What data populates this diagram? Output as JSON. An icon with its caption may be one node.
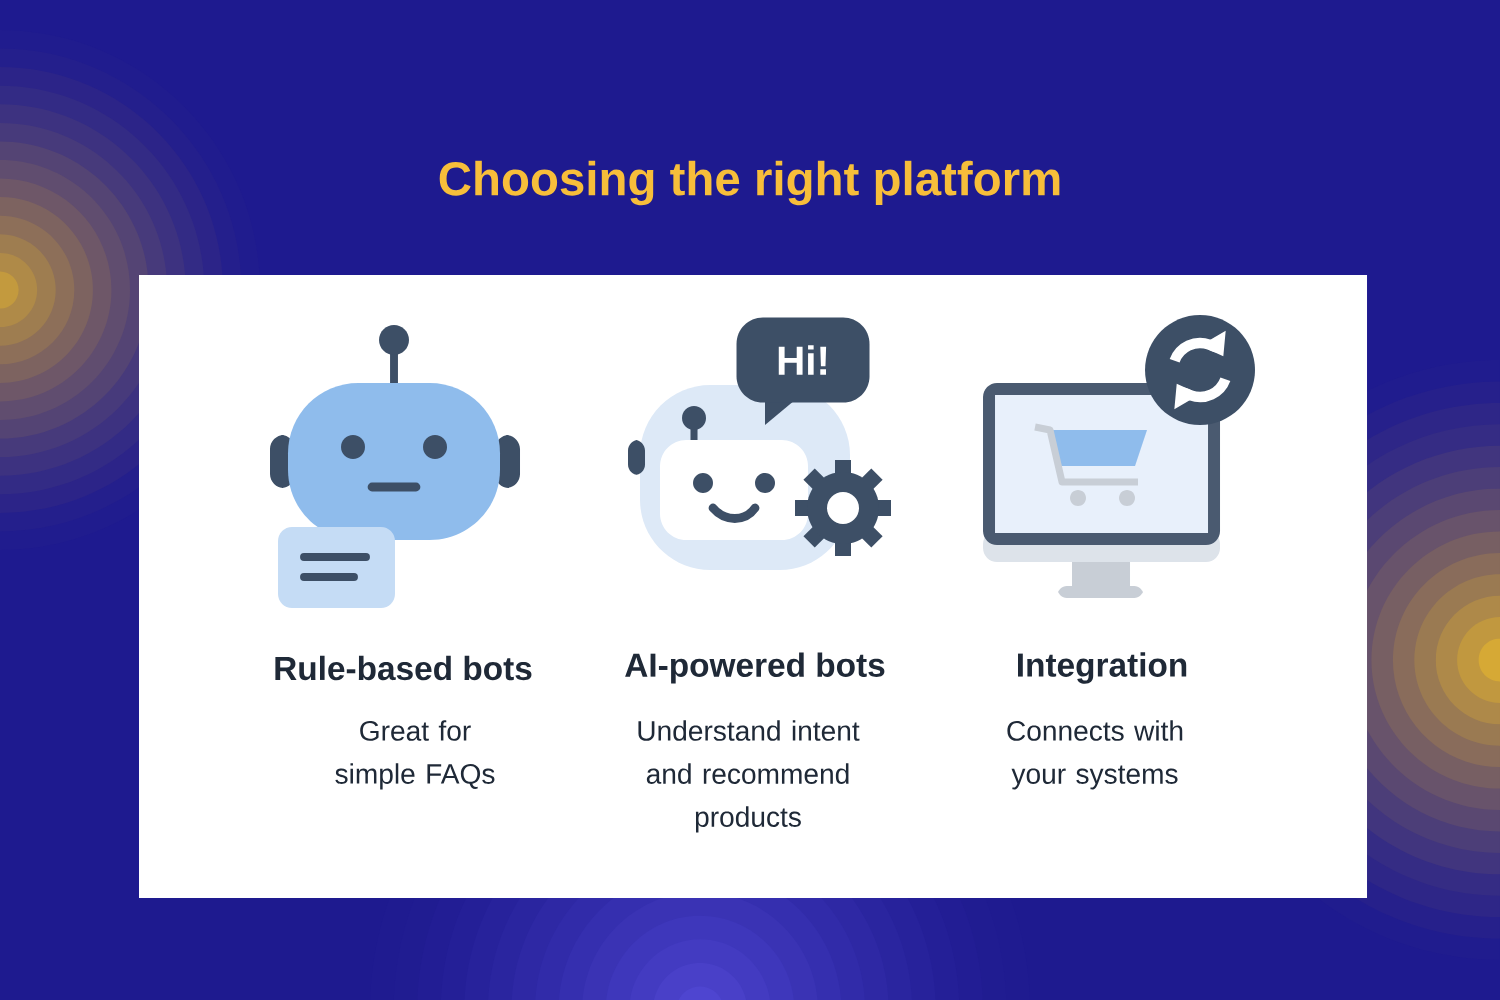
{
  "diagram": {
    "title": "Choosing the right platform",
    "nodes": [
      {
        "text": [
          "Hi!"
        ]
      }
    ],
    "labels": [
      "Rule-based bots",
      "Great for simple FAQs",
      "AI-powered bots",
      "Understand intent and recommend products",
      "Integration",
      "Connects with your systems"
    ]
  }
}
